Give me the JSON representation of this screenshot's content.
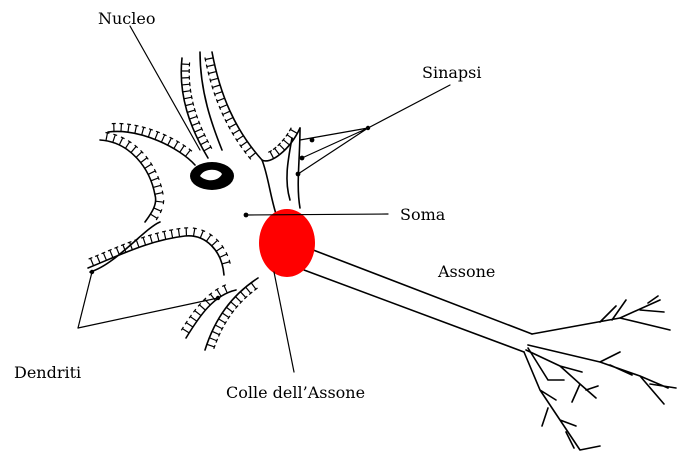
{
  "diagram": {
    "labels": {
      "nucleo": "Nucleo",
      "sinapsi": "Sinapsi",
      "soma": "Soma",
      "assone": "Assone",
      "dendriti": "Dendriti",
      "colle": "Colle dell’Assone"
    },
    "colors": {
      "ink": "#000000",
      "axon_hillock": "#ff0000",
      "background": "#ffffff"
    }
  }
}
